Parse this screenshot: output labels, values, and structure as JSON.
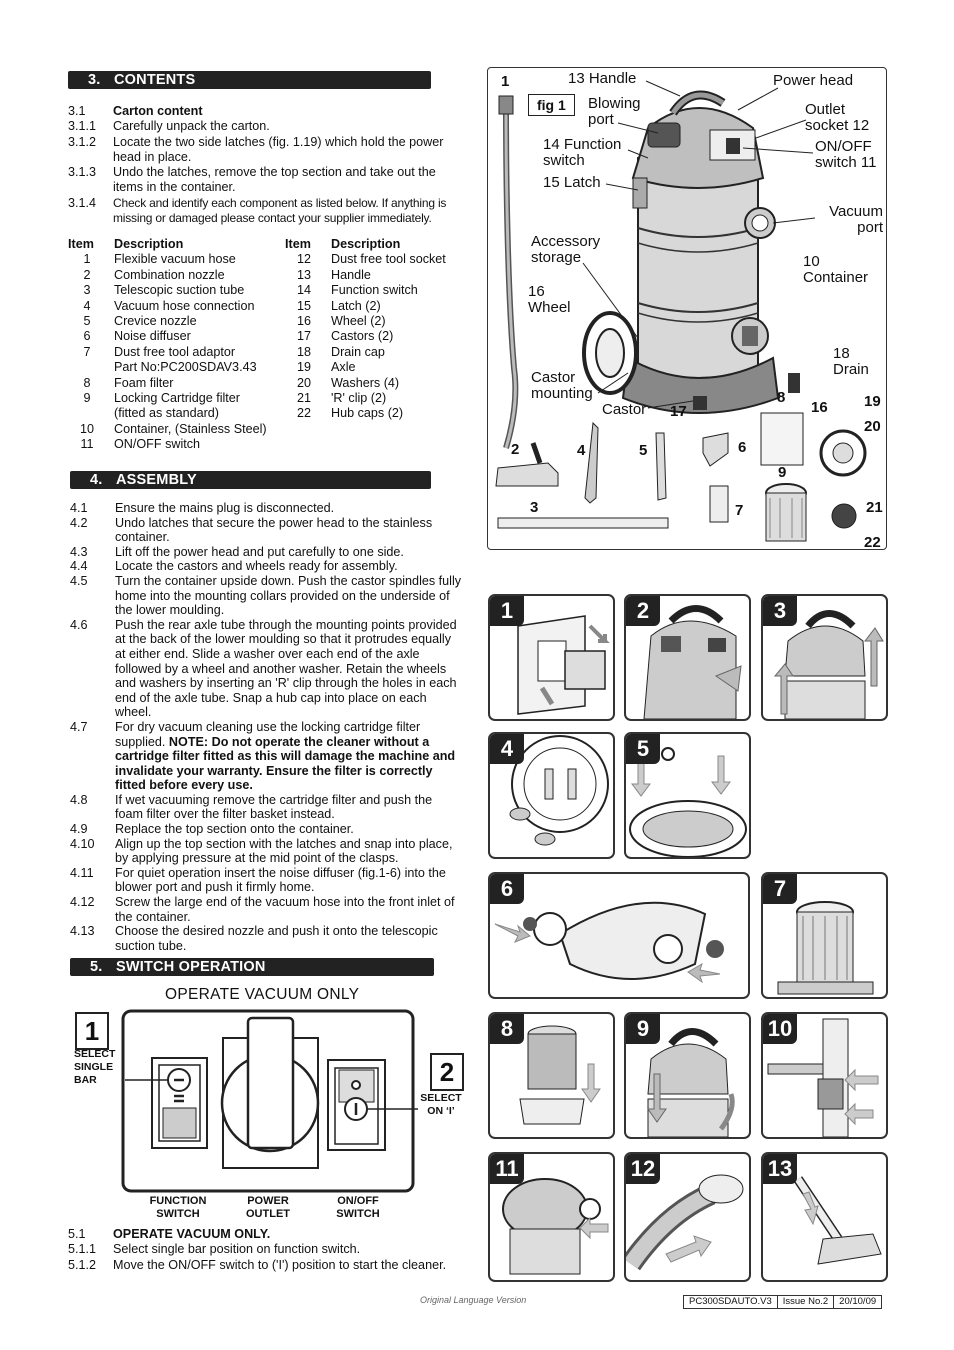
{
  "sections": {
    "contents": {
      "num": "3.",
      "title": "CONTENTS",
      "items": [
        {
          "n": "3.1",
          "t": "Carton content",
          "bold": true
        },
        {
          "n": "3.1.1",
          "t": "Carefully unpack the carton."
        },
        {
          "n": "3.1.2",
          "t": "Locate the two side latches (fig. 1.19) which hold the power head in place."
        },
        {
          "n": "3.1.3",
          "t": "Undo the latches, remove the top section and take out the items in the container."
        },
        {
          "n": "3.1.4",
          "t": "Check and identify each component as listed below. If anything is missing or damaged please contact your supplier immediately."
        }
      ],
      "table_headers": {
        "item": "Item",
        "desc": "Description"
      },
      "table_left": [
        {
          "n": "1",
          "d": "Flexible vacuum hose"
        },
        {
          "n": "2",
          "d": "Combination nozzle"
        },
        {
          "n": "3",
          "d": "Telescopic suction tube"
        },
        {
          "n": "4",
          "d": "Vacuum hose connection"
        },
        {
          "n": "5",
          "d": "Crevice nozzle"
        },
        {
          "n": "6",
          "d": "Noise diffuser"
        },
        {
          "n": "7",
          "d": "Dust free tool adaptor"
        },
        {
          "n": "",
          "d": "Part No:PC200SDAV3.43"
        },
        {
          "n": "8",
          "d": "Foam filter"
        },
        {
          "n": "9",
          "d": "Locking Cartridge filter"
        },
        {
          "n": "",
          "d": "(fitted as standard)"
        },
        {
          "n": "10",
          "d": "Container, (Stainless Steel)"
        },
        {
          "n": "11",
          "d": "ON/OFF switch"
        }
      ],
      "table_right": [
        {
          "n": "12",
          "d": "Dust free tool socket"
        },
        {
          "n": "13",
          "d": "Handle"
        },
        {
          "n": "14",
          "d": "Function switch"
        },
        {
          "n": "15",
          "d": "Latch (2)"
        },
        {
          "n": "16",
          "d": "Wheel (2)"
        },
        {
          "n": "17",
          "d": "Castors (2)"
        },
        {
          "n": "18",
          "d": "Drain cap"
        },
        {
          "n": "19",
          "d": "Axle"
        },
        {
          "n": "20",
          "d": "Washers (4)"
        },
        {
          "n": "21",
          "d": "'R' clip (2)"
        },
        {
          "n": "22",
          "d": "Hub caps (2)"
        }
      ]
    },
    "assembly": {
      "num": "4.",
      "title": "ASSEMBLY",
      "items": [
        {
          "n": "4.1",
          "t": "Ensure the mains plug is disconnected."
        },
        {
          "n": "4.2",
          "t": "Undo latches that secure the power head to the stainless container."
        },
        {
          "n": "4.3",
          "t": "Lift off the power head and put carefully to one side."
        },
        {
          "n": "4.4",
          "t": "Locate the castors and wheels ready for assembly."
        },
        {
          "n": "4.5",
          "t": "Turn the container upside down. Push the castor spindles fully home into the mounting collars provided on the underside of the lower moulding."
        },
        {
          "n": "4.6",
          "t": "Push the rear axle tube through the mounting points provided at the back of the lower moulding so that it protrudes equally at either end. Slide a washer over each end of the axle followed by a wheel and another washer. Retain the wheels and washers by inserting an 'R' clip through the holes in each end of the axle tube. Snap a hub cap into place on each wheel."
        },
        {
          "n": "4.7",
          "t": "For dry vacuum cleaning use the locking cartridge filter supplied.",
          "bold_tail": "NOTE: Do not operate the cleaner without a cartridge filter fitted as this will damage the machine and invalidate your warranty. Ensure the filter is correctly fitted before every use."
        },
        {
          "n": "4.8",
          "t": "If wet vacuuming remove the cartridge filter and push the foam filter over the filter basket instead."
        },
        {
          "n": "4.9",
          "t": "Replace the top section onto the container."
        },
        {
          "n": "4.10",
          "t": "Align up the top section with the latches and snap into place, by applying pressure at the mid point of the clasps."
        },
        {
          "n": "4.11",
          "t": "For quiet operation insert the noise diffuser (fig.1-6) into the blower port  and push it firmly home."
        },
        {
          "n": "4.12",
          "t": "Screw the large end of the vacuum hose into the front inlet of the container."
        },
        {
          "n": "4.13",
          "t": "Choose the desired nozzle and push it onto the telescopic suction tube."
        }
      ]
    },
    "switch": {
      "num": "5.",
      "title": "SWITCH OPERATION",
      "diagram_title": "OPERATE VACUUM ONLY",
      "step1_num": "1",
      "step1_text": "SELECT SINGLE BAR",
      "step2_num": "2",
      "step2_text": "SELECT ON ‘I’",
      "cap_function": "FUNCTION SWITCH",
      "cap_power": "POWER OUTLET",
      "cap_onoff": "ON/OFF SWITCH",
      "items": [
        {
          "n": "5.1",
          "t": "OPERATE VACUUM ONLY.",
          "bold": true
        },
        {
          "n": "5.1.1",
          "t": "Select single bar position on function switch."
        },
        {
          "n": "5.1.2",
          "t": "Move the ON/OFF switch to ('I') position to start the cleaner."
        }
      ]
    }
  },
  "fig1": {
    "title": "fig 1",
    "labels": {
      "n1": "1",
      "handle": "13 Handle",
      "power_head": "Power head",
      "blowing": "Blowing port",
      "outlet": "Outlet socket 12",
      "function": "14 Function switch",
      "onoff": "ON/OFF switch 11",
      "latch": "15 Latch",
      "vacuum": "Vacuum port",
      "accessory": "Accessory storage",
      "container": "10 Container",
      "wheel": "16 Wheel",
      "drain": "18 Drain",
      "castor_mount": "Castor mounting",
      "castor": "Castor",
      "n17": "17",
      "n8": "8",
      "n16": "16",
      "n19": "19",
      "n20": "20",
      "n2": "2",
      "n4": "4",
      "n5": "5",
      "n6": "6",
      "n9": "9",
      "n7": "7",
      "n3": "3",
      "n21": "21",
      "n22": "22"
    }
  },
  "steps": [
    "1",
    "2",
    "3",
    "4",
    "5",
    "6",
    "7",
    "8",
    "9",
    "10",
    "11",
    "12",
    "13"
  ],
  "footer": {
    "note": "Original Language Version",
    "code": "PC300SDAUTO.V3",
    "issue": "Issue No.2",
    "date": "20/10/09"
  }
}
